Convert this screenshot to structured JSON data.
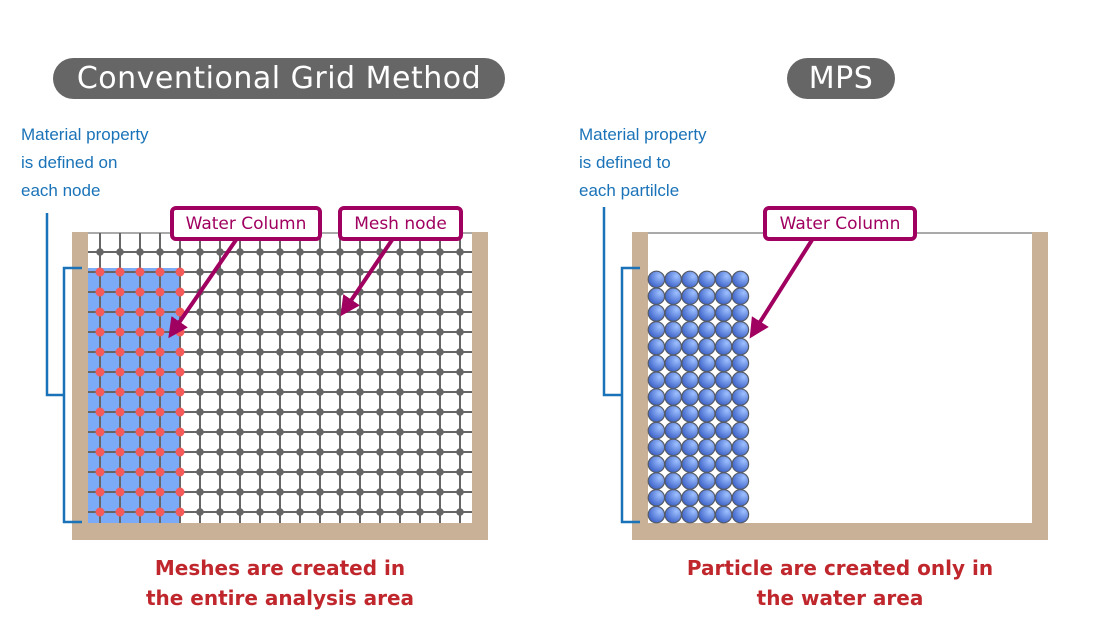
{
  "left_panel": {
    "title": "Conventional Grid Method",
    "note_lines": [
      "Material property",
      "is defined on",
      "each node"
    ],
    "callouts": {
      "water_column": "Water Column",
      "mesh_node": "Mesh node"
    },
    "caption_lines": [
      "Meshes are created in",
      "the entire analysis area"
    ],
    "grid": {
      "columns": 19,
      "rows": 14,
      "water_columns": 5,
      "water_rows": 13
    }
  },
  "right_panel": {
    "title": "MPS",
    "note_lines": [
      "Material property",
      "is defined to",
      "each partilcle"
    ],
    "callouts": {
      "water_column": "Water Column"
    },
    "caption_lines": [
      "Particle are created only in",
      "the water area"
    ],
    "particles": {
      "columns": 6,
      "rows": 15
    }
  },
  "colors": {
    "title_bg": "#666666",
    "note_text": "#1a73b8",
    "caption_text": "#c0272d",
    "callout": "#a0005f",
    "wall": "#c8b197",
    "water": "#7baaf7",
    "water_node": "#f55a5a",
    "mesh_node": "#666666",
    "particle_light": "#8fb6ff",
    "particle_dark": "#3d63c9"
  }
}
